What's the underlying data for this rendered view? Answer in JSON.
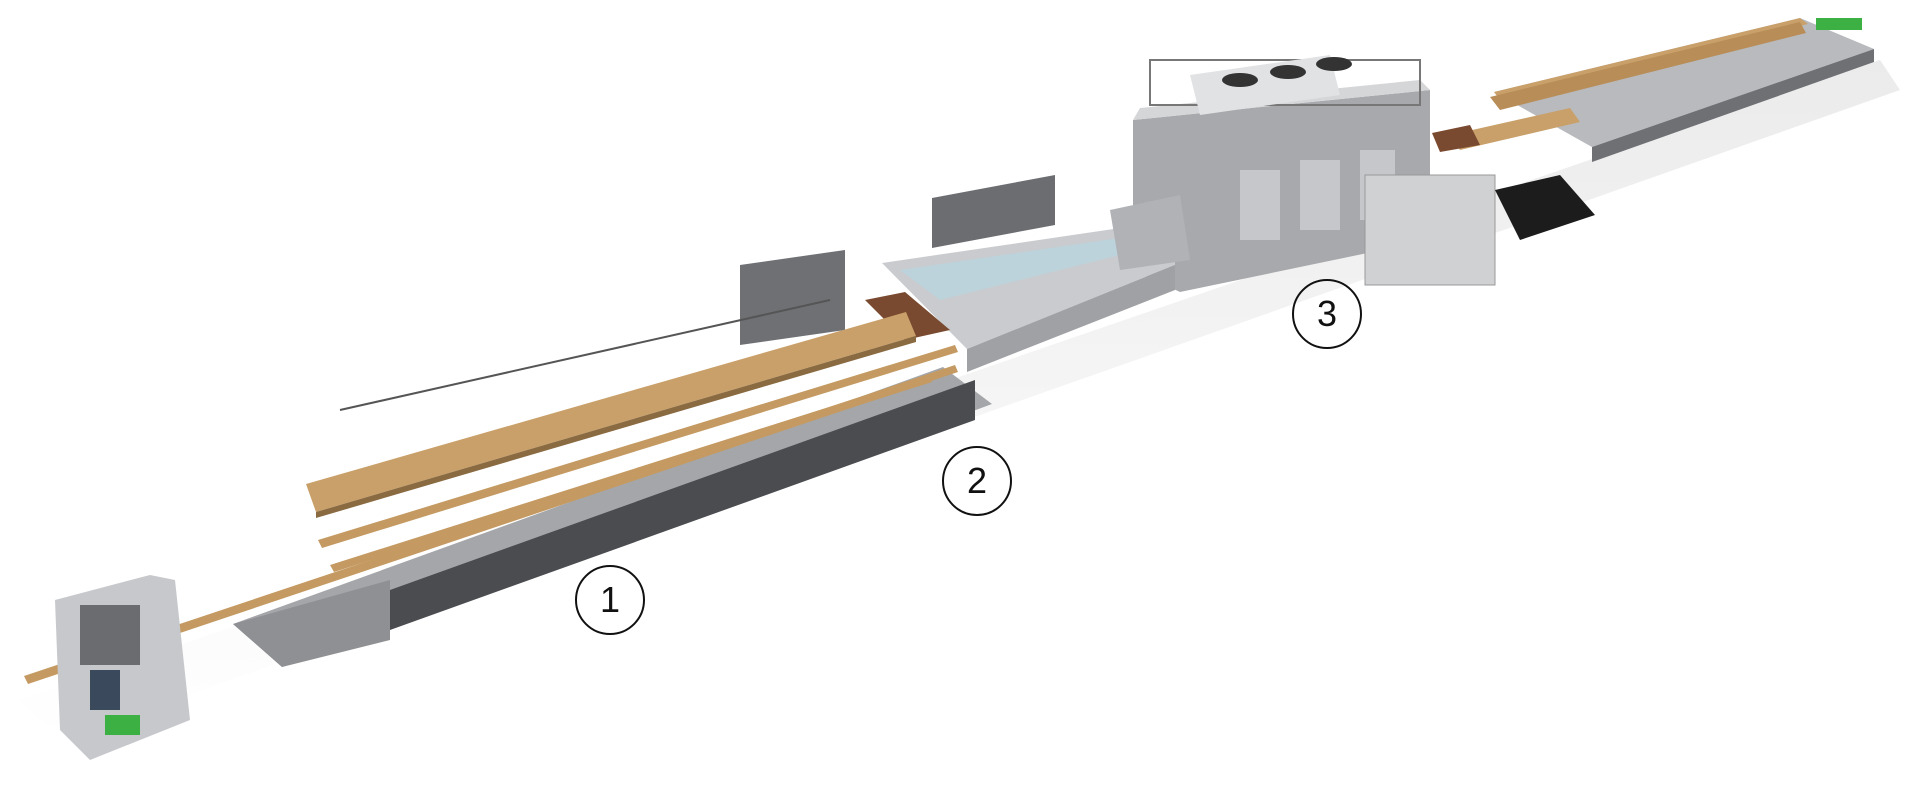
{
  "diagram": {
    "callouts": [
      {
        "label": "1"
      },
      {
        "label": "2"
      },
      {
        "label": "3"
      }
    ],
    "colors": {
      "machine_gray": "#9a9c9f",
      "machine_light": "#d4d6d8",
      "machine_dark": "#4a4c50",
      "wood": "#c9a06a",
      "accent_green": "#3cb043",
      "trough": "#bcd3dc"
    }
  }
}
